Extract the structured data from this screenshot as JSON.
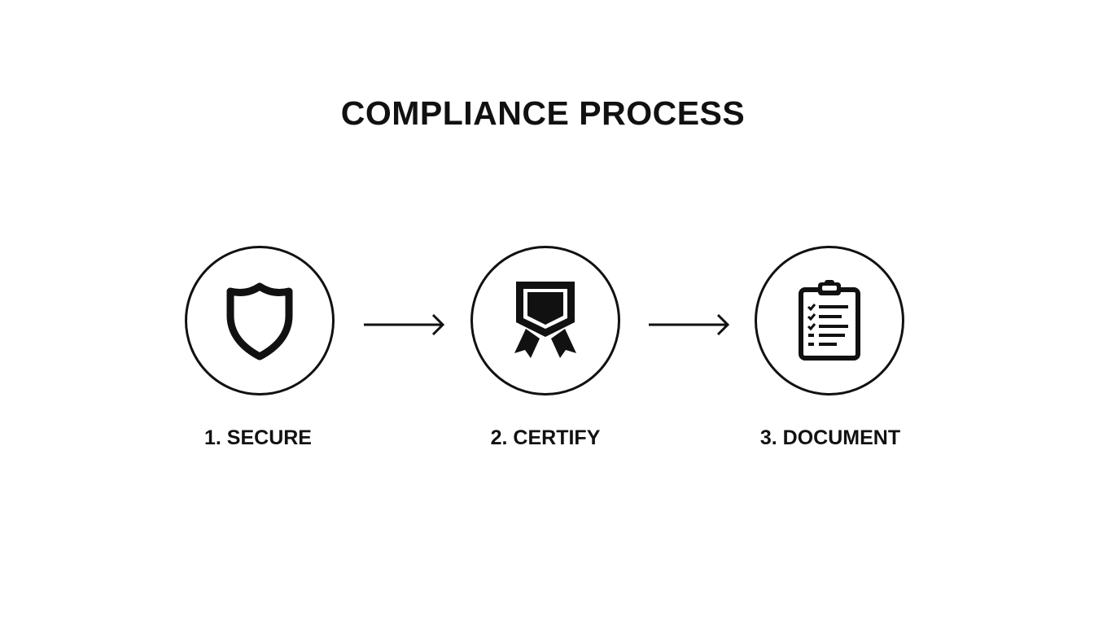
{
  "title": "COMPLIANCE PROCESS",
  "steps": [
    {
      "label": "1. SECURE",
      "icon": "shield-icon"
    },
    {
      "label": "2. CERTIFY",
      "icon": "badge-ribbon-icon"
    },
    {
      "label": "3. DOCUMENT",
      "icon": "clipboard-checklist-icon"
    }
  ],
  "colors": {
    "background": "#ffffff",
    "foreground": "#111111"
  }
}
